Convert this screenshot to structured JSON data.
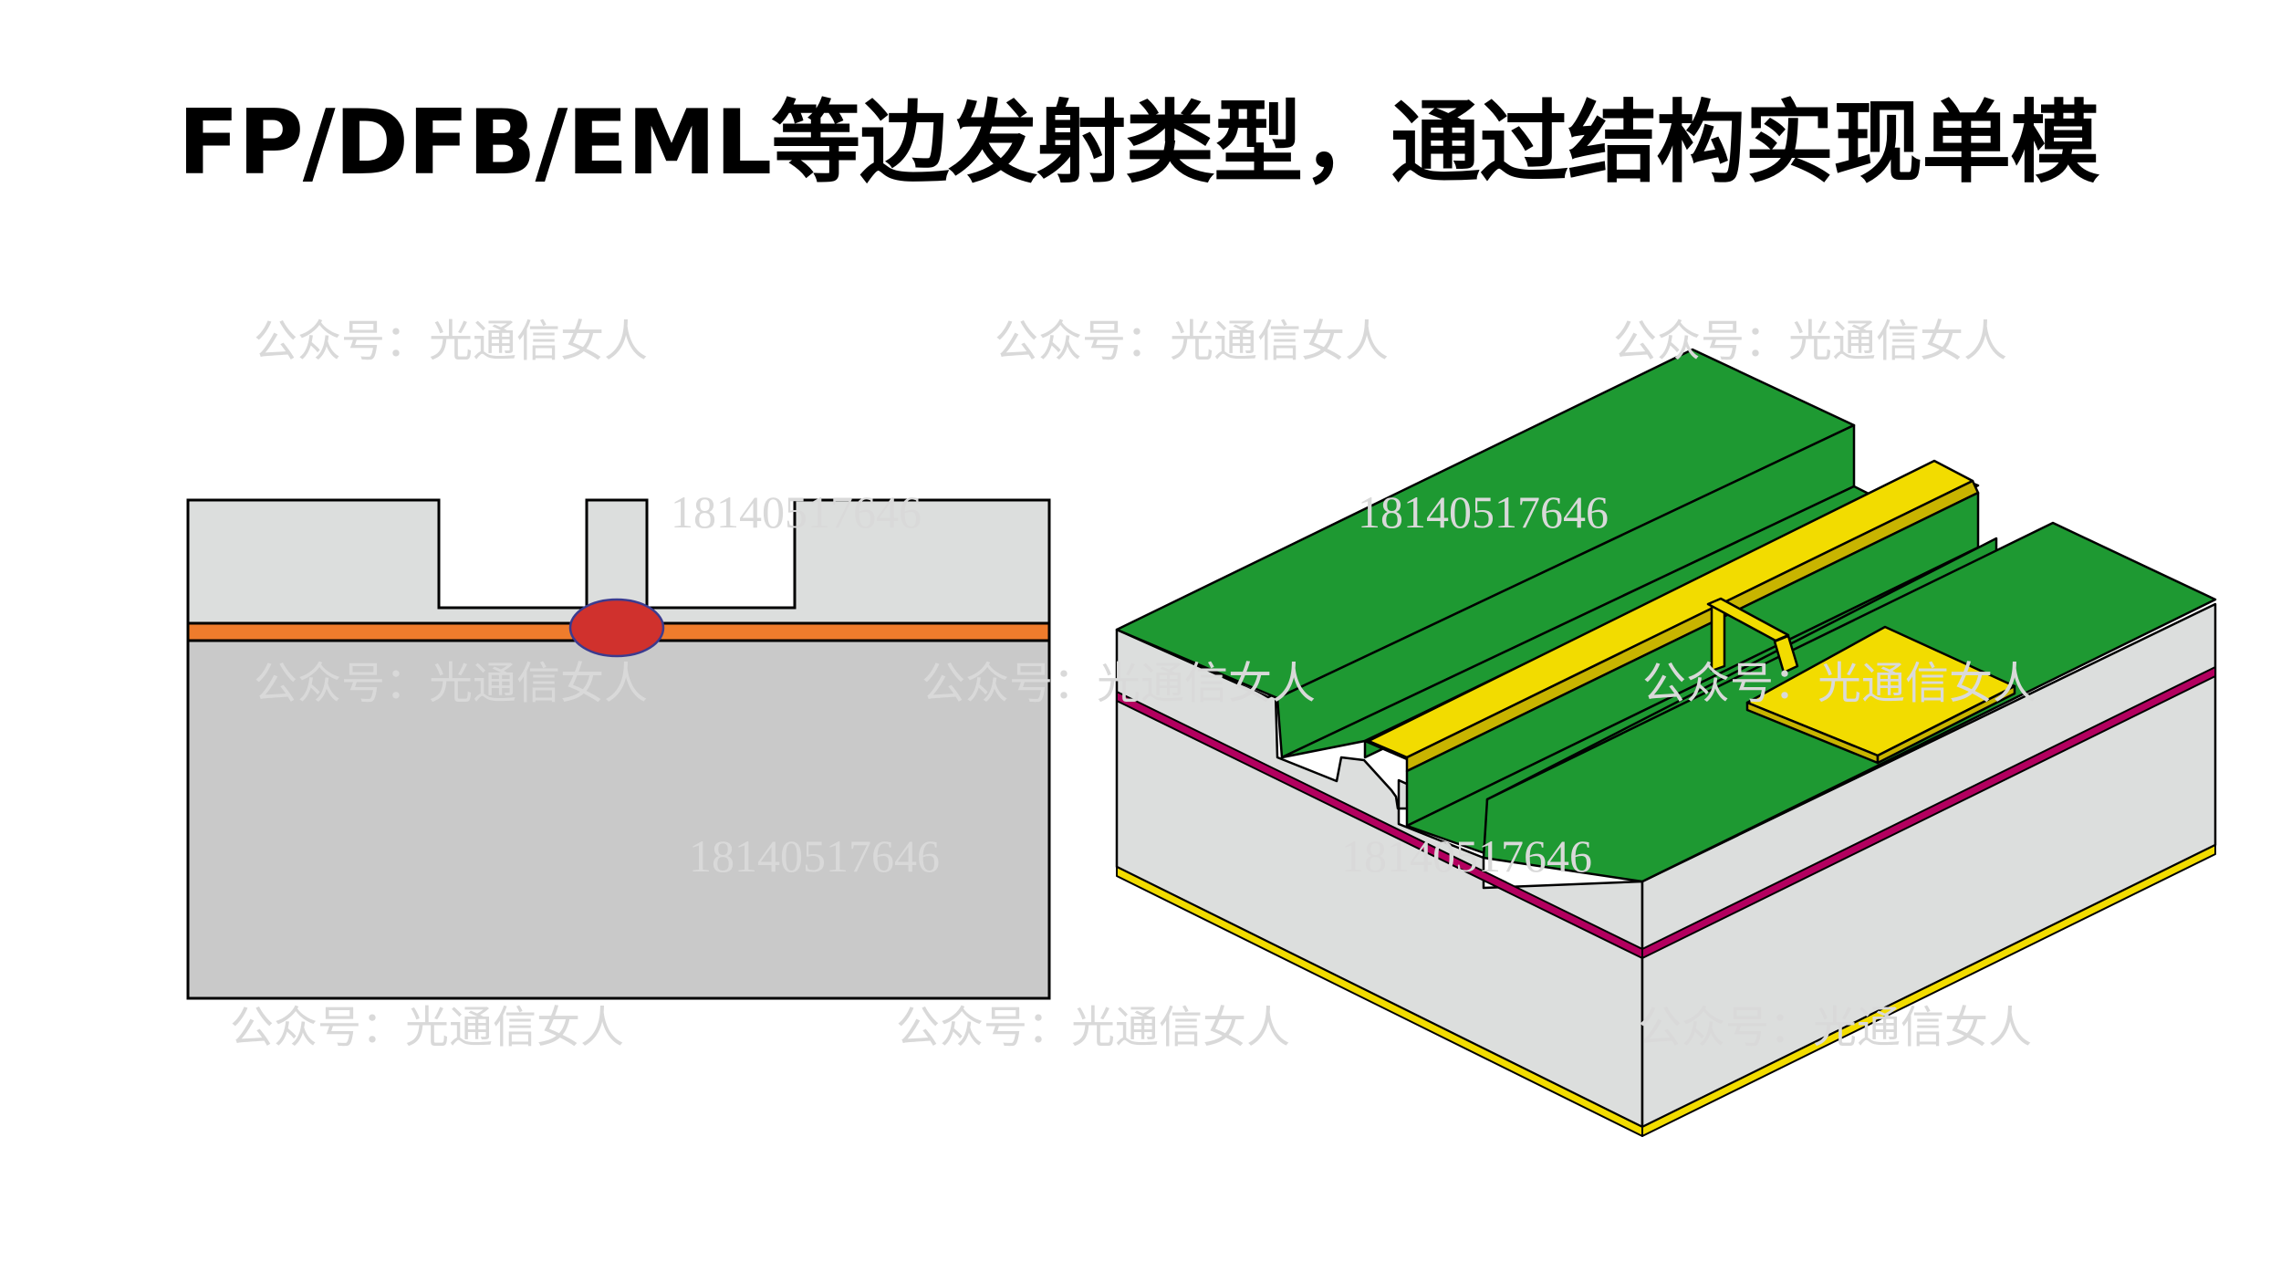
{
  "title": "FP/DFB/EML等边发射类型，通过结构实现单模",
  "watermark": {
    "account": "公众号：光通信女人",
    "phone": "18140517646"
  },
  "colors": {
    "cap_light_gray": "#dcdedd",
    "substrate_gray": "#c9c9c9",
    "active_layer_orange": "#ef7c2c",
    "optical_mode_red": "#d0312d",
    "mesa_green": "#1e9932",
    "contact_gold": "#f2dc00",
    "active_layer_magenta": "#b3005f",
    "outline": "#000000"
  }
}
